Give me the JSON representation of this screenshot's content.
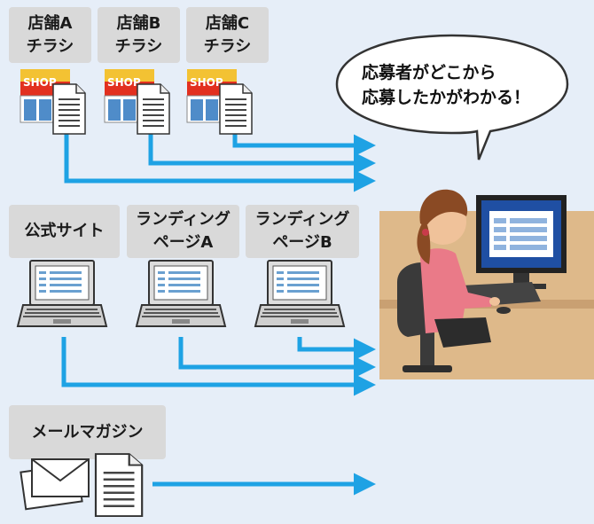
{
  "flyers": [
    {
      "line1": "店舗A",
      "line2": "チラシ"
    },
    {
      "line1": "店舗B",
      "line2": "チラシ"
    },
    {
      "line1": "店舗C",
      "line2": "チラシ"
    }
  ],
  "shop_sign": "SHOP",
  "web": [
    {
      "line1": "公式サイト",
      "line2": ""
    },
    {
      "line1": "ランディング",
      "line2": "ページA"
    },
    {
      "line1": "ランディング",
      "line2": "ページB"
    }
  ],
  "mail": {
    "label": "メールマガジン"
  },
  "bubble": {
    "line1": "応募者がどこから",
    "line2": "応募したかがわかる！"
  },
  "colors": {
    "arrow": "#1ea2e4",
    "background": "#e6eef8",
    "label_bg": "#d9d9d9"
  }
}
